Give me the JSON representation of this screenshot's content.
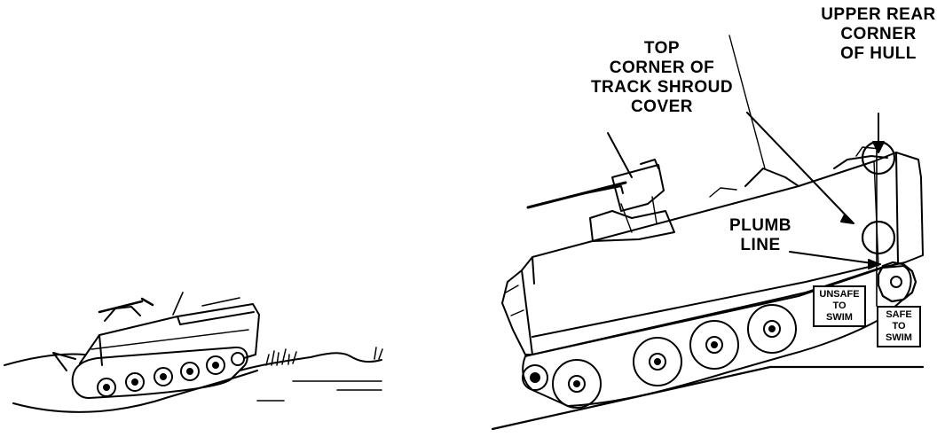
{
  "labels": {
    "upper_rear_corner": "UPPER REAR\nCORNER\nOF HULL",
    "track_shroud": "TOP\nCORNER OF\nTRACK SHROUD\nCOVER",
    "plumb_line": "PLUMB\nLINE",
    "unsafe": "UNSAFE\nTO\nSWIM",
    "safe": "SAFE\nTO\nSWIM"
  },
  "colors": {
    "ink": "#000000",
    "paper": "#ffffff"
  }
}
